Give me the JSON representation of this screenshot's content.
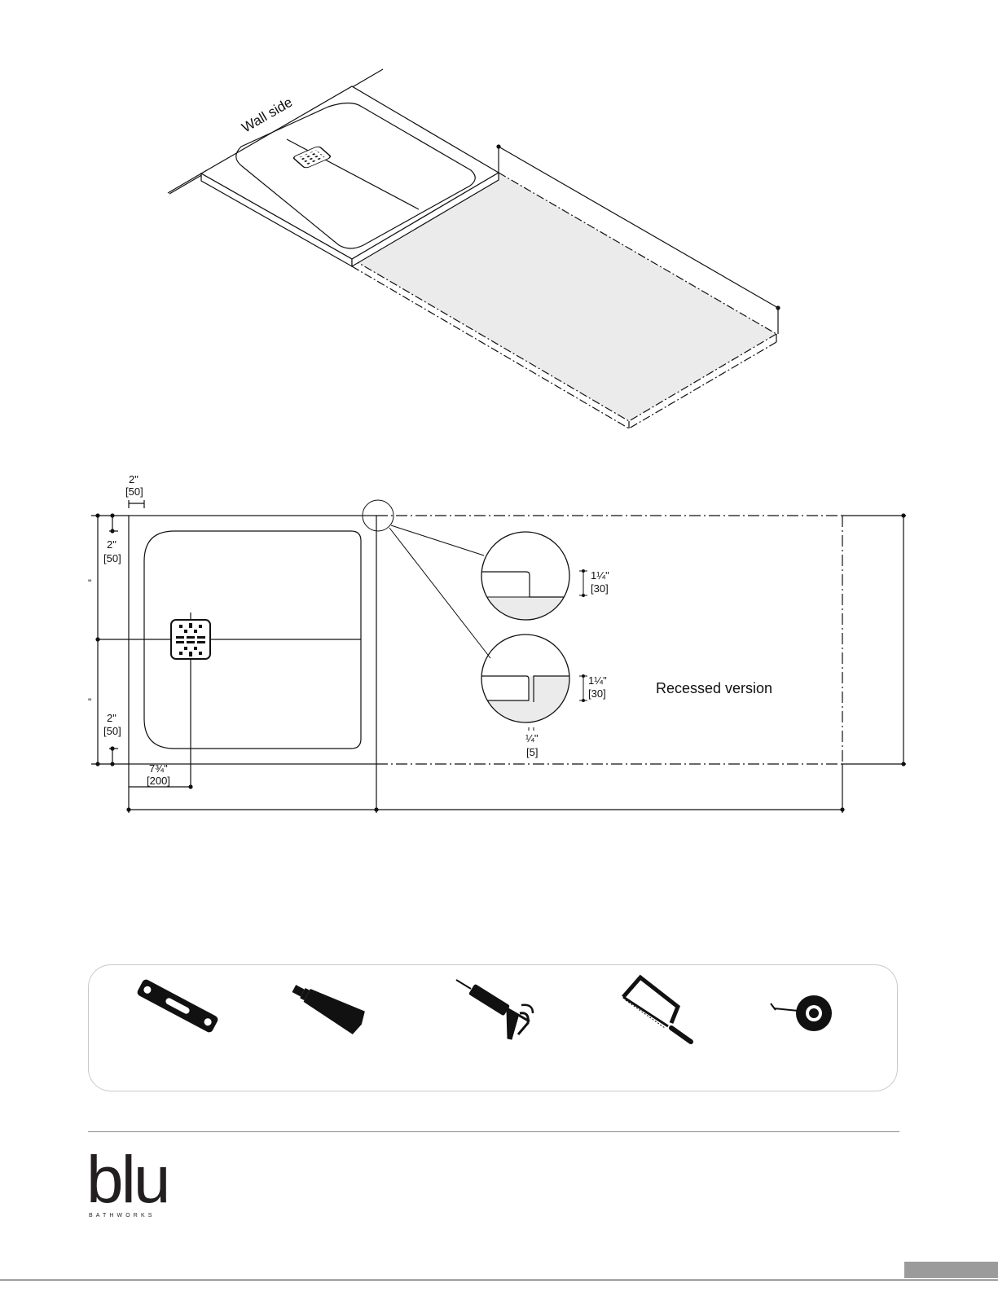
{
  "isometric": {
    "wall_label": "Wall side"
  },
  "plan": {
    "dim_top_border": "2\"",
    "dim_top_border_mm": "[50]",
    "dim_left_top": "2\"",
    "dim_left_top_mm": "[50]",
    "dim_left_bottom": "2\"",
    "dim_left_bottom_mm": "[50]",
    "left_mark_upper": "\"",
    "left_mark_lower": "\"",
    "dim_drain_offset": "7¾\"",
    "dim_drain_offset_mm": "[200]",
    "detail_standard_height": "1¼\"",
    "detail_standard_height_mm": "[30]",
    "detail_recessed_height": "1¼\"",
    "detail_recessed_height_mm": "[30]",
    "detail_recess_depth": "¼\"",
    "detail_recess_depth_mm": "[5]",
    "recessed_label": "Recessed version"
  },
  "tools": [
    {
      "icon": "spirit-level-icon"
    },
    {
      "icon": "adhesive-tube-icon"
    },
    {
      "icon": "caulking-gun-icon"
    },
    {
      "icon": "hacksaw-icon"
    },
    {
      "icon": "tape-measure-icon"
    }
  ],
  "brand": {
    "logo_word": "blu",
    "logo_sub": "BATHWORKS"
  },
  "colors": {
    "line": "#111111",
    "fill_extension": "#ebebeb",
    "panel_border": "#c9c9c9",
    "page_tab": "#9b9b9b"
  }
}
